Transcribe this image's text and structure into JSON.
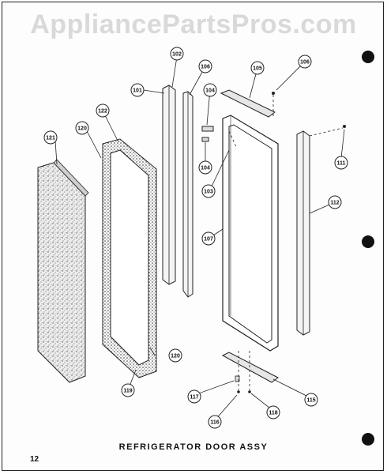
{
  "watermark": "AppliancePartsPros.com",
  "caption": "REFRIGERATOR  DOOR  ASSY",
  "page_number": "12",
  "callouts": {
    "p101": "101",
    "p102": "102",
    "p103": "103",
    "p104a": "104",
    "p104b": "104",
    "p105": "105",
    "p106a": "106",
    "p106b": "106",
    "p107": "107",
    "p111": "111",
    "p112": "112",
    "p115": "115",
    "p116": "116",
    "p117": "117",
    "p118": "118",
    "p119": "119",
    "p120a": "120",
    "p120b": "120",
    "p121": "121",
    "p122": "122"
  },
  "colors": {
    "ink": "#111111",
    "watermark": "#d9d9d9"
  }
}
